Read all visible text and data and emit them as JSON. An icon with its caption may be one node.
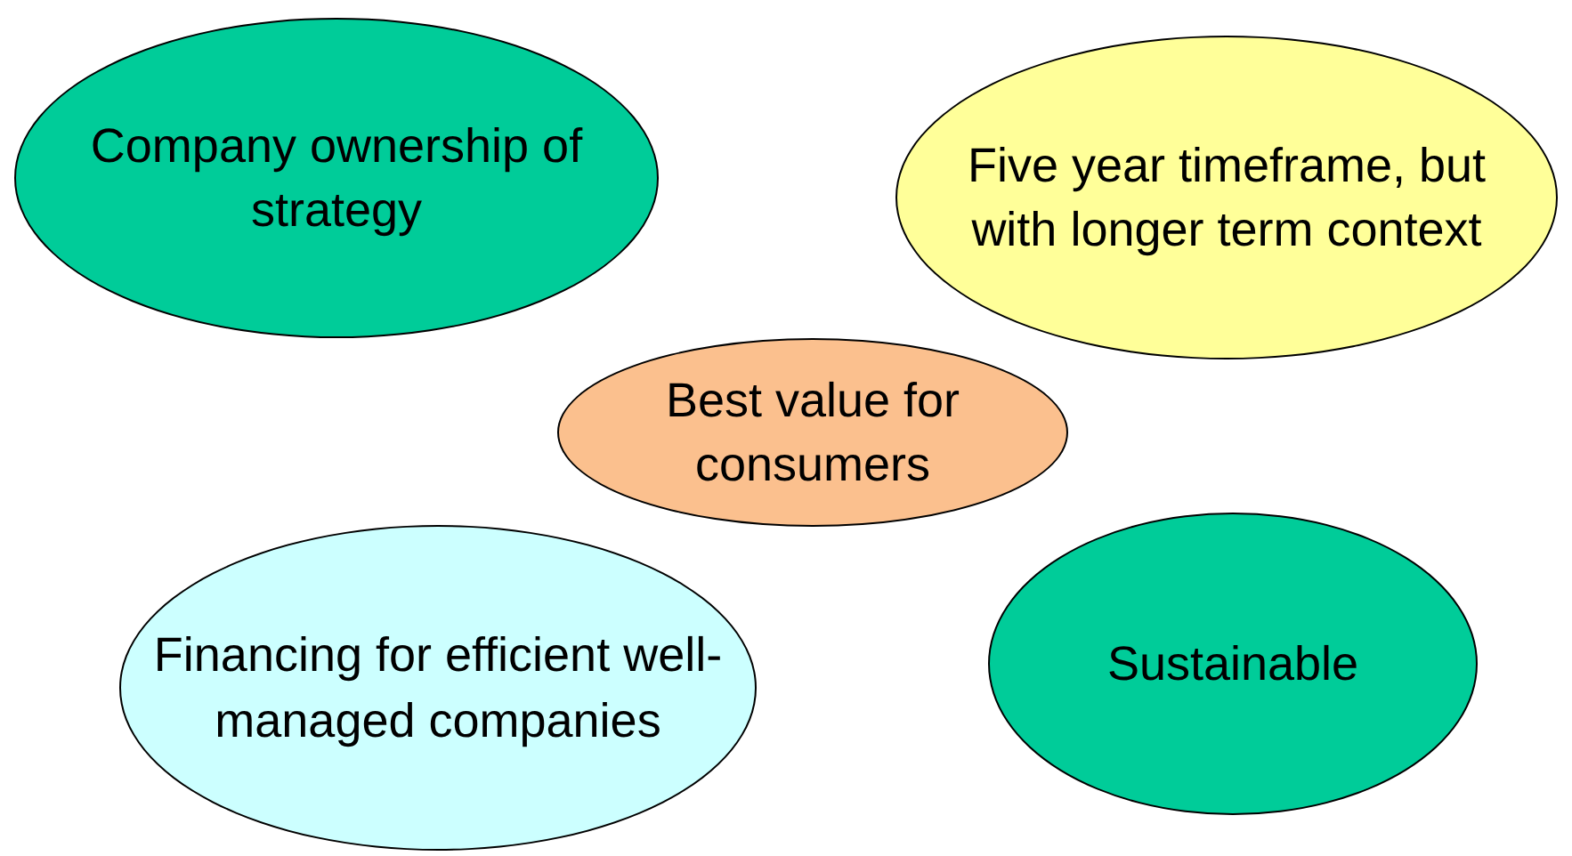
{
  "diagram": {
    "nodes": [
      {
        "text": [
          "Company ownership of strategy"
        ]
      },
      {
        "text": [
          "Five year timeframe, but with longer term context"
        ]
      },
      {
        "text": [
          "Best value for consumers"
        ]
      },
      {
        "text": [
          "Financing for efficient well-managed companies"
        ]
      },
      {
        "text": [
          "Sustainable"
        ]
      }
    ],
    "edges": []
  }
}
